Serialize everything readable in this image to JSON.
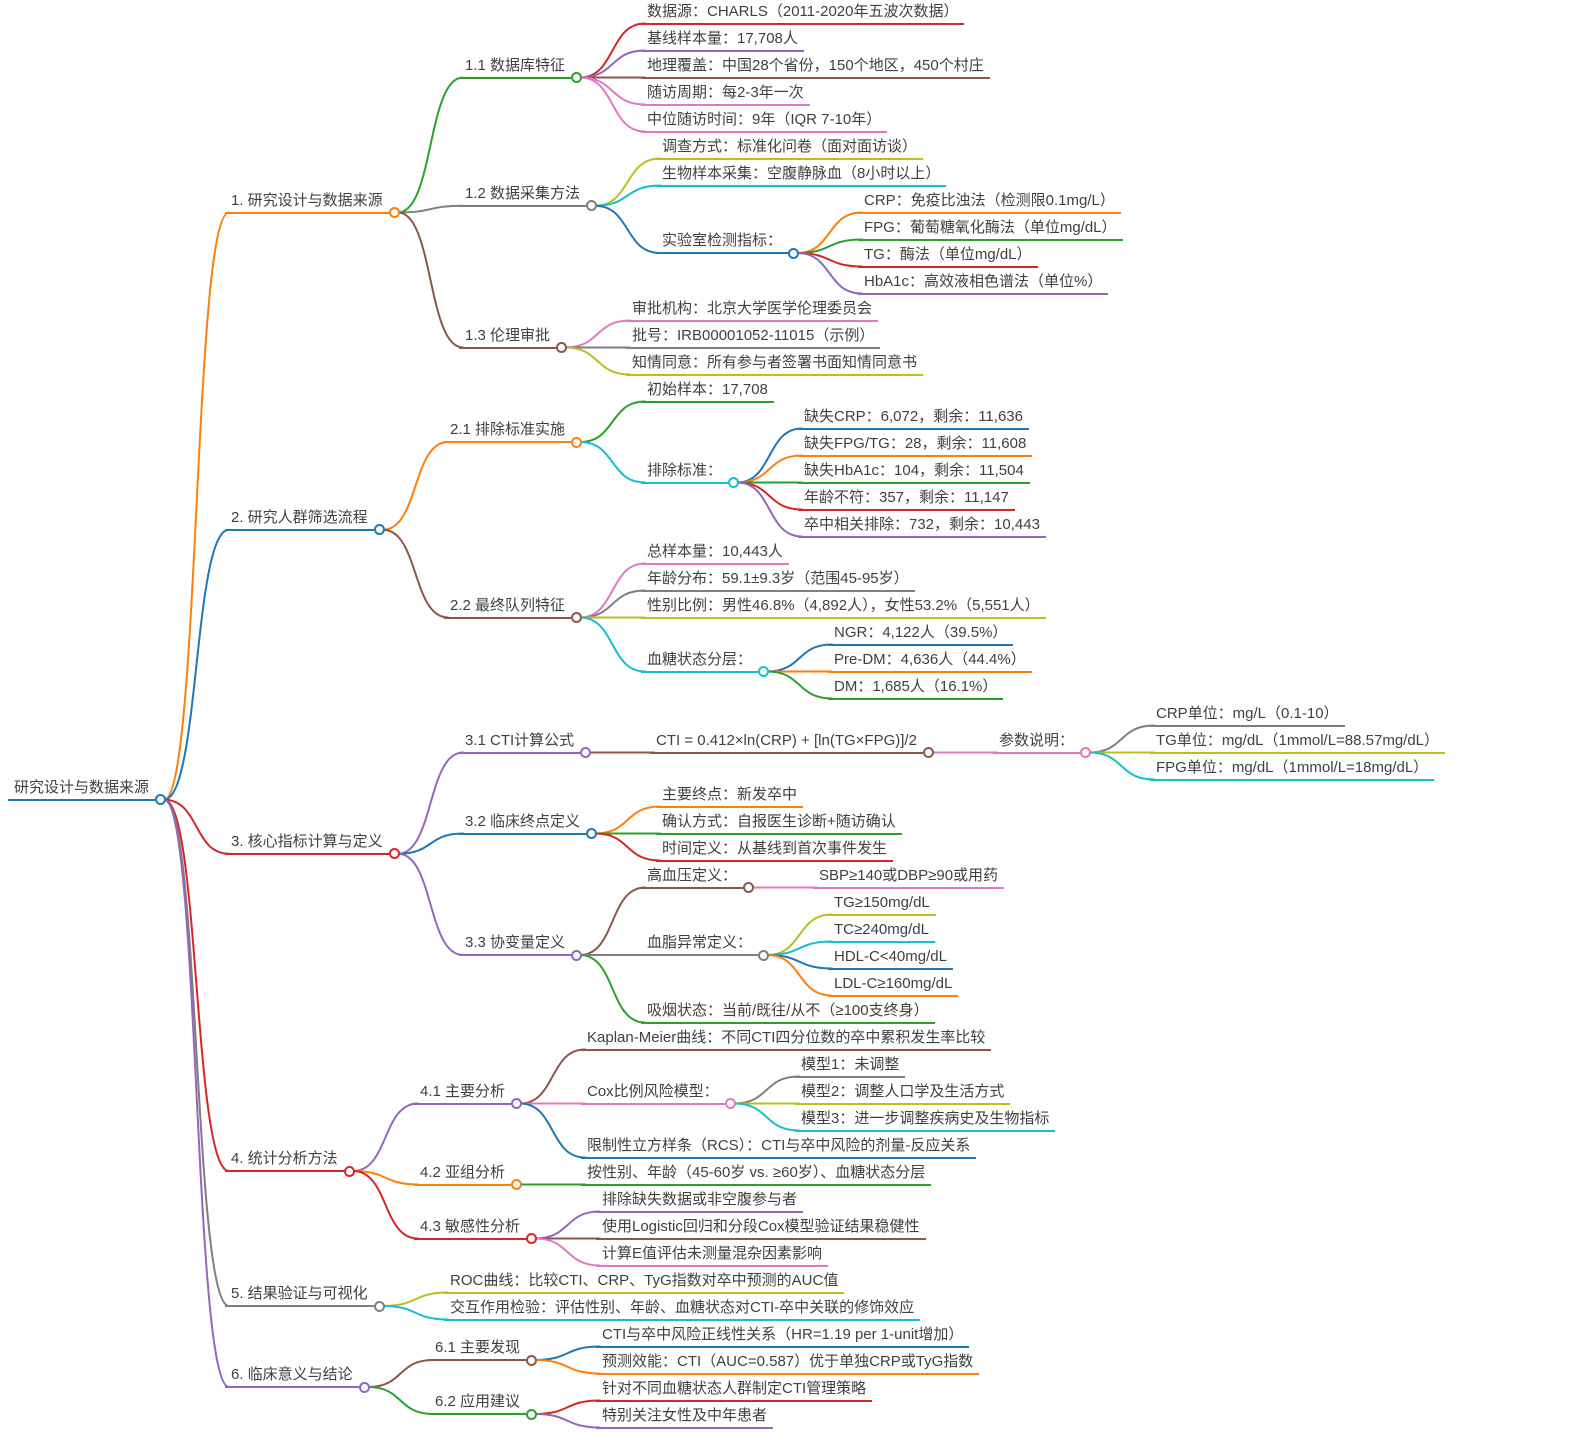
{
  "colors": {
    "blue": "#1f77b4",
    "orange": "#ff7f0e",
    "green": "#2ca02c",
    "red": "#d62728",
    "purple": "#9467bd",
    "brown": "#8c564b",
    "pink": "#e377c2",
    "gray": "#7f7f7f",
    "olive": "#bcbd22",
    "cyan": "#17becf"
  },
  "tree": {
    "label": "研究设计与数据来源",
    "color": "#1f77b4",
    "children": [
      {
        "label": "1. 研究设计与数据来源",
        "color": "#ff7f0e",
        "children": [
          {
            "label": "1.1 数据库特征",
            "color": "#2ca02c",
            "children": [
              {
                "label": "数据源：CHARLS（2011-2020年五波次数据）",
                "color": "#d62728"
              },
              {
                "label": "基线样本量：17,708人",
                "color": "#9467bd"
              },
              {
                "label": "地理覆盖：中国28个省份，150个地区，450个村庄",
                "color": "#8c564b"
              },
              {
                "label": "随访周期：每2-3年一次",
                "color": "#e377c2"
              },
              {
                "label": "中位随访时间：9年（IQR 7-10年）",
                "color": "#e377c2"
              }
            ]
          },
          {
            "label": "1.2 数据采集方法",
            "color": "#7f7f7f",
            "children": [
              {
                "label": "调查方式：标准化问卷（面对面访谈）",
                "color": "#bcbd22"
              },
              {
                "label": "生物样本采集：空腹静脉血（8小时以上）",
                "color": "#17becf"
              },
              {
                "label": "实验室检测指标：",
                "color": "#1f77b4",
                "children": [
                  {
                    "label": "CRP：免疫比浊法（检测限0.1mg/L）",
                    "color": "#ff7f0e"
                  },
                  {
                    "label": "FPG：葡萄糖氧化酶法（单位mg/dL）",
                    "color": "#2ca02c"
                  },
                  {
                    "label": "TG：酶法（单位mg/dL）",
                    "color": "#d62728"
                  },
                  {
                    "label": "HbA1c：高效液相色谱法（单位%）",
                    "color": "#9467bd"
                  }
                ]
              }
            ]
          },
          {
            "label": "1.3 伦理审批",
            "color": "#8c564b",
            "children": [
              {
                "label": "审批机构：北京大学医学伦理委员会",
                "color": "#e377c2"
              },
              {
                "label": "批号：IRB00001052-11015（示例）",
                "color": "#7f7f7f"
              },
              {
                "label": "知情同意：所有参与者签署书面知情同意书",
                "color": "#bcbd22"
              }
            ]
          }
        ]
      },
      {
        "label": "2. 研究人群筛选流程",
        "color": "#1f77b4",
        "children": [
          {
            "label": "2.1 排除标准实施",
            "color": "#ff7f0e",
            "children": [
              {
                "label": "初始样本：17,708",
                "color": "#2ca02c"
              },
              {
                "label": "排除标准：",
                "color": "#17becf",
                "children": [
                  {
                    "label": "缺失CRP：6,072，剩余：11,636",
                    "color": "#1f77b4"
                  },
                  {
                    "label": "缺失FPG/TG：28，剩余：11,608",
                    "color": "#ff7f0e"
                  },
                  {
                    "label": "缺失HbA1c：104，剩余：11,504",
                    "color": "#2ca02c"
                  },
                  {
                    "label": "年龄不符：357，剩余：11,147",
                    "color": "#d62728"
                  },
                  {
                    "label": "卒中相关排除：732，剩余：10,443",
                    "color": "#9467bd"
                  }
                ]
              }
            ]
          },
          {
            "label": "2.2 最终队列特征",
            "color": "#8c564b",
            "children": [
              {
                "label": "总样本量：10,443人",
                "color": "#e377c2"
              },
              {
                "label": "年龄分布：59.1±9.3岁（范围45-95岁）",
                "color": "#7f7f7f"
              },
              {
                "label": "性别比例：男性46.8%（4,892人），女性53.2%（5,551人）",
                "color": "#bcbd22"
              },
              {
                "label": "血糖状态分层：",
                "color": "#17becf",
                "children": [
                  {
                    "label": "NGR：4,122人（39.5%）",
                    "color": "#1f77b4"
                  },
                  {
                    "label": "Pre-DM：4,636人（44.4%）",
                    "color": "#ff7f0e"
                  },
                  {
                    "label": "DM：1,685人（16.1%）",
                    "color": "#2ca02c"
                  }
                ]
              }
            ]
          }
        ]
      },
      {
        "label": "3. 核心指标计算与定义",
        "color": "#d62728",
        "children": [
          {
            "label": "3.1 CTI计算公式",
            "color": "#9467bd",
            "children": [
              {
                "label": "CTI = 0.412×ln(CRP) + [ln(TG×FPG)]/2",
                "color": "#8c564b",
                "children": [
                  {
                    "label": "参数说明：",
                    "color": "#e377c2",
                    "children": [
                      {
                        "label": "CRP单位：mg/L（0.1-10）",
                        "color": "#7f7f7f"
                      },
                      {
                        "label": "TG单位：mg/dL（1mmol/L=88.57mg/dL）",
                        "color": "#bcbd22"
                      },
                      {
                        "label": "FPG单位：mg/dL（1mmol/L=18mg/dL）",
                        "color": "#17becf"
                      }
                    ]
                  }
                ]
              }
            ]
          },
          {
            "label": "3.2 临床终点定义",
            "color": "#1f77b4",
            "children": [
              {
                "label": "主要终点：新发卒中",
                "color": "#ff7f0e"
              },
              {
                "label": "确认方式：自报医生诊断+随访确认",
                "color": "#2ca02c"
              },
              {
                "label": "时间定义：从基线到首次事件发生",
                "color": "#d62728"
              }
            ]
          },
          {
            "label": "3.3 协变量定义",
            "color": "#9467bd",
            "children": [
              {
                "label": "高血压定义：",
                "color": "#8c564b",
                "children": [
                  {
                    "label": "SBP≥140或DBP≥90或用药",
                    "color": "#e377c2"
                  }
                ]
              },
              {
                "label": "血脂异常定义：",
                "color": "#7f7f7f",
                "children": [
                  {
                    "label": "TG≥150mg/dL",
                    "color": "#bcbd22"
                  },
                  {
                    "label": "TC≥240mg/dL",
                    "color": "#17becf"
                  },
                  {
                    "label": "HDL-C<40mg/dL",
                    "color": "#1f77b4"
                  },
                  {
                    "label": "LDL-C≥160mg/dL",
                    "color": "#ff7f0e"
                  }
                ]
              },
              {
                "label": "吸烟状态：当前/既往/从不（≥100支终身）",
                "color": "#2ca02c"
              }
            ]
          }
        ]
      },
      {
        "label": "4. 统计分析方法",
        "color": "#d62728",
        "children": [
          {
            "label": "4.1 主要分析",
            "color": "#9467bd",
            "children": [
              {
                "label": "Kaplan-Meier曲线：不同CTI四分位数的卒中累积发生率比较",
                "color": "#8c564b"
              },
              {
                "label": "Cox比例风险模型：",
                "color": "#e377c2",
                "children": [
                  {
                    "label": "模型1：未调整",
                    "color": "#7f7f7f"
                  },
                  {
                    "label": "模型2：调整人口学及生活方式",
                    "color": "#bcbd22"
                  },
                  {
                    "label": "模型3：进一步调整疾病史及生物指标",
                    "color": "#17becf"
                  }
                ]
              },
              {
                "label": "限制性立方样条（RCS）：CTI与卒中风险的剂量-反应关系",
                "color": "#1f77b4"
              }
            ]
          },
          {
            "label": "4.2 亚组分析",
            "color": "#ff7f0e",
            "children": [
              {
                "label": "按性别、年龄（45-60岁 vs. ≥60岁）、血糖状态分层",
                "color": "#2ca02c"
              }
            ]
          },
          {
            "label": "4.3 敏感性分析",
            "color": "#d62728",
            "children": [
              {
                "label": "排除缺失数据或非空腹参与者",
                "color": "#9467bd"
              },
              {
                "label": "使用Logistic回归和分段Cox模型验证结果稳健性",
                "color": "#8c564b"
              },
              {
                "label": "计算E值评估未测量混杂因素影响",
                "color": "#e377c2"
              }
            ]
          }
        ]
      },
      {
        "label": "5. 结果验证与可视化",
        "color": "#7f7f7f",
        "children": [
          {
            "label": "ROC曲线：比较CTI、CRP、TyG指数对卒中预测的AUC值",
            "color": "#bcbd22"
          },
          {
            "label": "交互作用检验：评估性别、年龄、血糖状态对CTI-卒中关联的修饰效应",
            "color": "#17becf"
          }
        ]
      },
      {
        "label": "6. 临床意义与结论",
        "color": "#9467bd",
        "children": [
          {
            "label": "6.1 主要发现",
            "color": "#8c564b",
            "children": [
              {
                "label": "CTI与卒中风险正线性关系（HR=1.19 per 1-unit增加）",
                "color": "#1f77b4"
              },
              {
                "label": "预测效能：CTI（AUC=0.587）优于单独CRP或TyG指数",
                "color": "#ff7f0e"
              }
            ]
          },
          {
            "label": "6.2 应用建议",
            "color": "#2ca02c",
            "children": [
              {
                "label": "针对不同血糖状态人群制定CTI管理策略",
                "color": "#d62728"
              },
              {
                "label": "特别关注女性及中年患者",
                "color": "#9467bd"
              }
            ]
          }
        ]
      }
    ]
  }
}
